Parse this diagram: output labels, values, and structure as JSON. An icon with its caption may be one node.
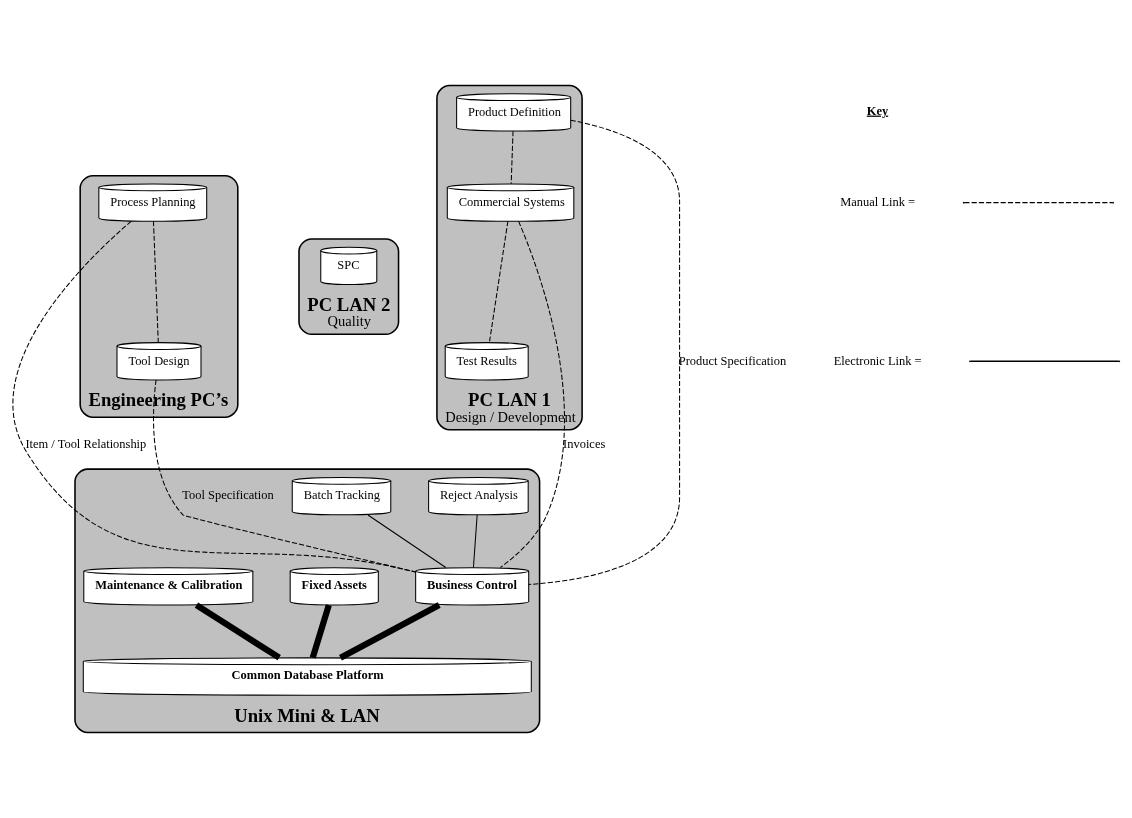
{
  "diagram": {
    "nodes": [
      {
        "text": [
          "Engineering PC’s"
        ]
      },
      {
        "text": [
          "Process Planning"
        ],
        "in": 0
      },
      {
        "text": [
          "Tool Design"
        ],
        "in": 0
      },
      {
        "text": [
          "PC LAN 2",
          "Quality"
        ]
      },
      {
        "text": [
          "SPC"
        ],
        "in": 3
      },
      {
        "text": [
          "PC LAN 1",
          "Design / Development"
        ]
      },
      {
        "text": [
          "Product Definition"
        ],
        "in": 5
      },
      {
        "text": [
          "Commercial Systems"
        ],
        "in": 5
      },
      {
        "text": [
          "Test Results"
        ],
        "in": 5
      },
      {
        "text": [
          "Unix Mini & LAN"
        ]
      },
      {
        "text": [
          "Reject Analysis"
        ],
        "in": 9
      },
      {
        "text": [
          "Batch Tracking"
        ],
        "in": 9
      },
      {
        "text": [
          "Fixed Assets"
        ],
        "in": 9
      },
      {
        "text": [
          "Business Control"
        ],
        "in": 9
      },
      {
        "text": [
          "Maintenance & Calibration"
        ],
        "in": 9
      },
      {
        "text": [
          "Common Database Platform"
        ],
        "in": 9
      }
    ],
    "edges": [
      {
        "from": 1,
        "to": 2,
        "arrow": "none",
        "style": "dashed"
      },
      {
        "from": 1,
        "to": 13,
        "arrow": "none",
        "style": "dashed",
        "label": "Item / Tool Relationship"
      },
      {
        "from": 2,
        "to": 13,
        "arrow": "none",
        "style": "dashed",
        "label": "Tool Specification"
      },
      {
        "from": 6,
        "to": 13,
        "arrow": "none",
        "style": "dashed",
        "label": "Product Specification"
      },
      {
        "from": 7,
        "to": 13,
        "arrow": "none",
        "style": "dashed",
        "label": "Invoices"
      },
      {
        "from": 6,
        "to": 7,
        "arrow": "none",
        "style": "dashed"
      },
      {
        "from": 7,
        "to": 8,
        "arrow": "none",
        "style": "dashed"
      },
      {
        "from": 10,
        "to": 13,
        "arrow": "none"
      },
      {
        "from": 11,
        "to": 13,
        "arrow": "none"
      },
      {
        "from": 12,
        "to": 15,
        "arrow": "none",
        "style": "thick"
      },
      {
        "from": 13,
        "to": 15,
        "arrow": "none",
        "style": "thick"
      },
      {
        "from": 14,
        "to": 15,
        "arrow": "none",
        "style": "thick"
      }
    ],
    "labels": [
      "Key"
    ],
    "legend": [
      {
        "text": "Manual Link ="
      },
      {
        "text": "Electronic Link ="
      }
    ]
  }
}
